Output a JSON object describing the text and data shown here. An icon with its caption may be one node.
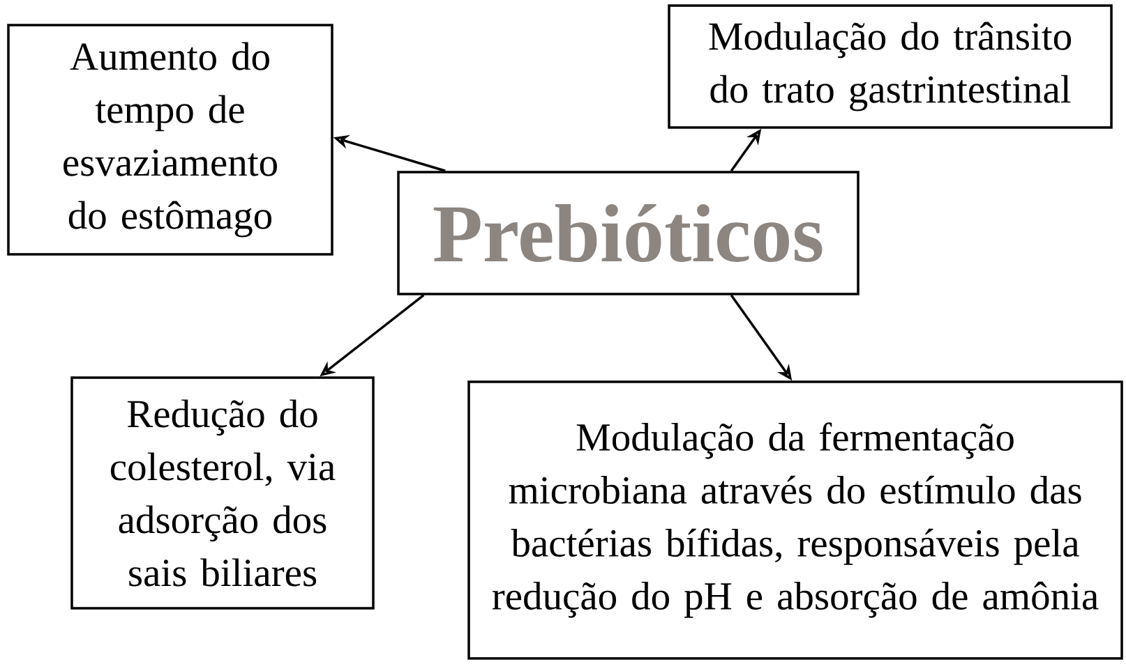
{
  "diagram": {
    "nodes": [
      {
        "text": [
          "Prebióticos"
        ]
      },
      {
        "text": [
          "Aumento do tempo de esvaziamento do estômago"
        ]
      },
      {
        "text": [
          "Modulação do trânsito do trato gastrintestinal"
        ]
      },
      {
        "text": [
          "Redução do colesterol, via adsorção dos sais biliares"
        ]
      },
      {
        "text": [
          "Modulação da fermentação microbiana através do estímulo das bactérias bífidas, responsáveis pela redução do pH e absorção de amônia"
        ]
      }
    ],
    "edges": [
      {
        "from": 0,
        "to": 1,
        "arrow": "to"
      },
      {
        "from": 0,
        "to": 2,
        "arrow": "to"
      },
      {
        "from": 0,
        "to": 3,
        "arrow": "to"
      },
      {
        "from": 0,
        "to": 4,
        "arrow": "to"
      }
    ]
  }
}
